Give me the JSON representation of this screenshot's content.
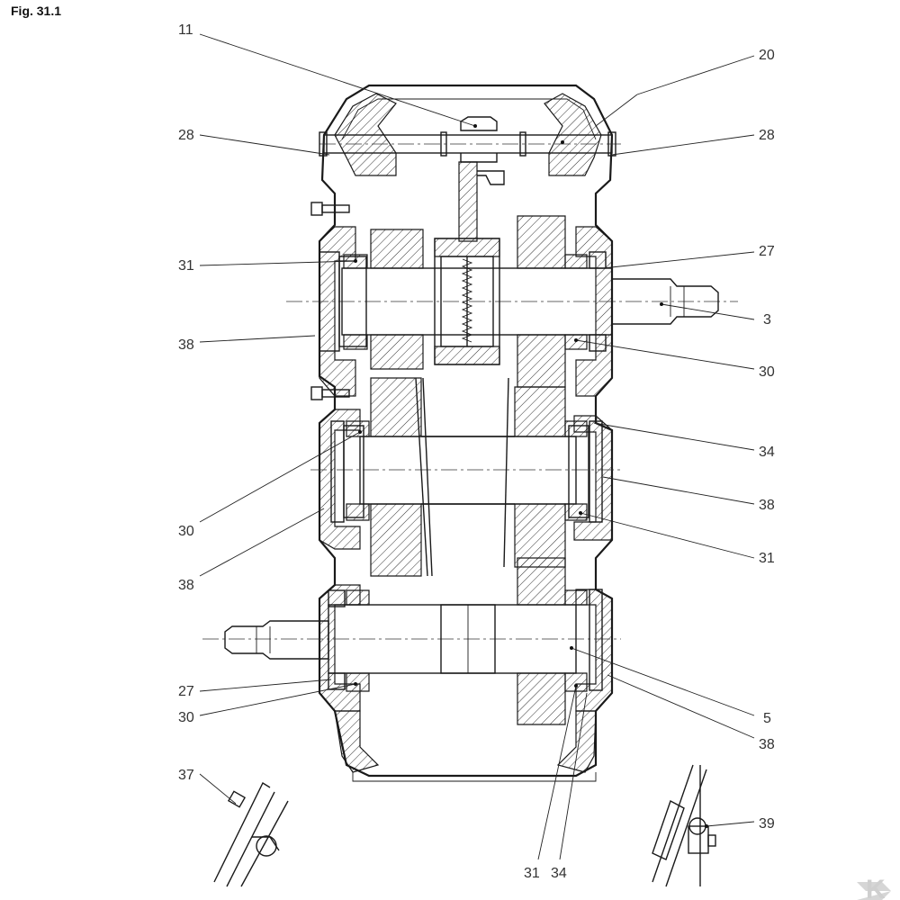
{
  "figure_title": "Fig. 31.1",
  "callouts": {
    "c11": "11",
    "c20": "20",
    "c28_left": "28",
    "c28_right": "28",
    "c31_left_top": "31",
    "c27_right": "27",
    "c3": "3",
    "c38_left_top": "38",
    "c30_right": "30",
    "c34_right": "34",
    "c38_right_mid": "38",
    "c30_left_mid": "30",
    "c31_right_mid": "31",
    "c38_left_mid": "38",
    "c27_left": "27",
    "c30_left_low": "30",
    "c5": "5",
    "c38_right_low": "38",
    "c37": "37",
    "c39": "39",
    "c31_bottom": "31",
    "c34_bottom": "34"
  },
  "logo_text": "K"
}
